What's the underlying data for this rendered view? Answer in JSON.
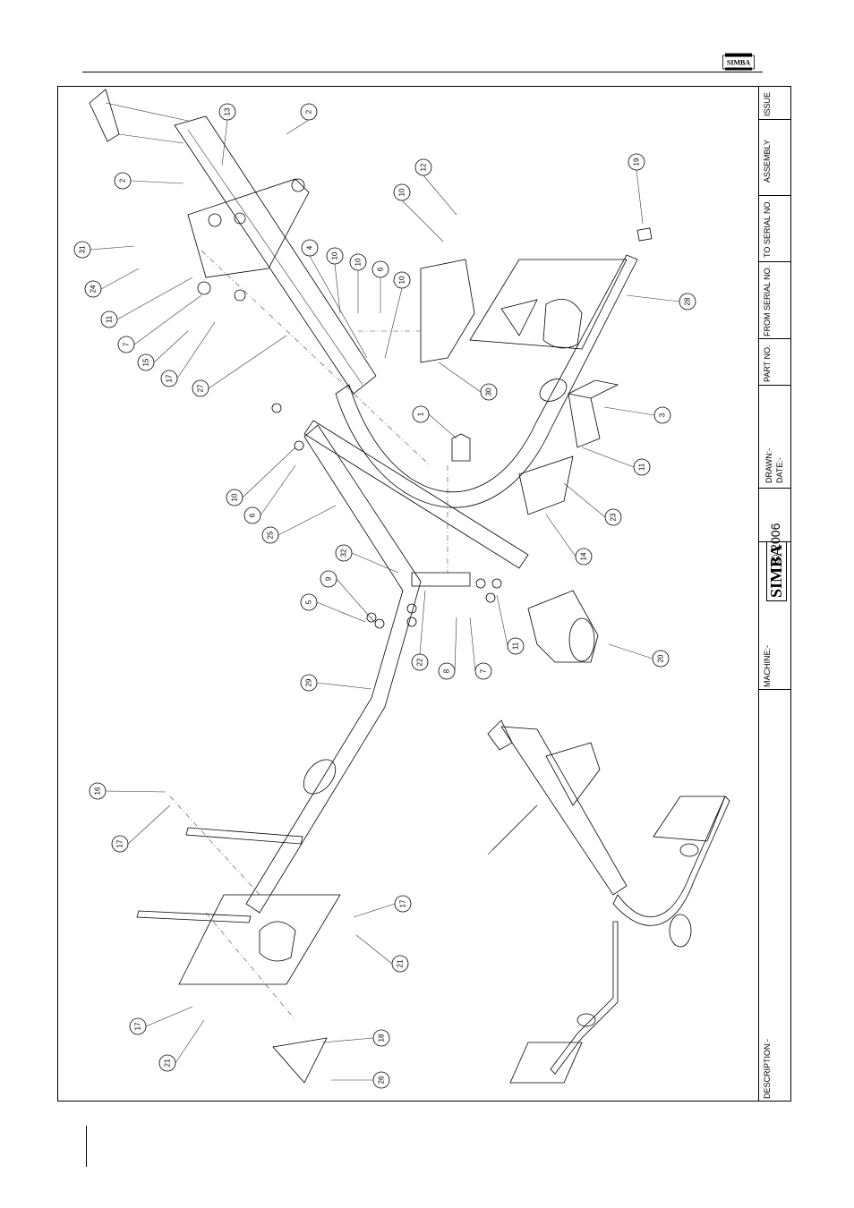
{
  "header": {
    "logo_text": "SIMBA"
  },
  "title_block": {
    "description_label": "DESCRIPTION:-",
    "machine_label": "MACHINE:-",
    "brand": "SIMBA",
    "copyright": "© 2006",
    "drawn_label": "DRAWN:-",
    "date_label": "DATE:-",
    "part_no_label": "PART NO.",
    "from_serial_label": "FROM SERIAL NO.",
    "to_serial_label": "TO SERIAL NO.",
    "assembly_label": "ASSEMBLY",
    "issue_label": "ISSUE"
  },
  "callouts": [
    "2",
    "13",
    "2",
    "12",
    "10",
    "19",
    "31",
    "4",
    "10",
    "10",
    "6",
    "10",
    "24",
    "11",
    "7",
    "15",
    "17",
    "27",
    "28",
    "30",
    "1",
    "3",
    "11",
    "10",
    "6",
    "25",
    "23",
    "14",
    "32",
    "9",
    "5",
    "22",
    "8",
    "7",
    "11",
    "20",
    "29",
    "16",
    "17",
    "17",
    "21",
    "17",
    "21",
    "18",
    "26"
  ]
}
